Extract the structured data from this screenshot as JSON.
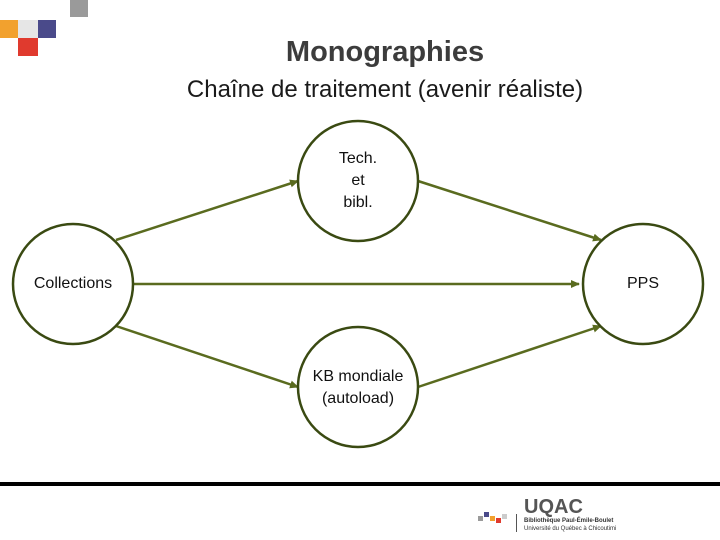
{
  "slide": {
    "title": "Monographies",
    "subtitle": "Chaîne de traitement (avenir réaliste)"
  },
  "diagram": {
    "nodes": {
      "top": "Tech.\net\nbibl.",
      "left": "Collections",
      "right": "PPS",
      "bottom": "KB mondiale\n(autoload)"
    },
    "edge_color": "#5a6b1f"
  },
  "logo": {
    "name": "UQAC",
    "line1": "Bibliothèque Paul-Émile-Boulet",
    "line2": "Université du Québec à Chicoutimi"
  }
}
